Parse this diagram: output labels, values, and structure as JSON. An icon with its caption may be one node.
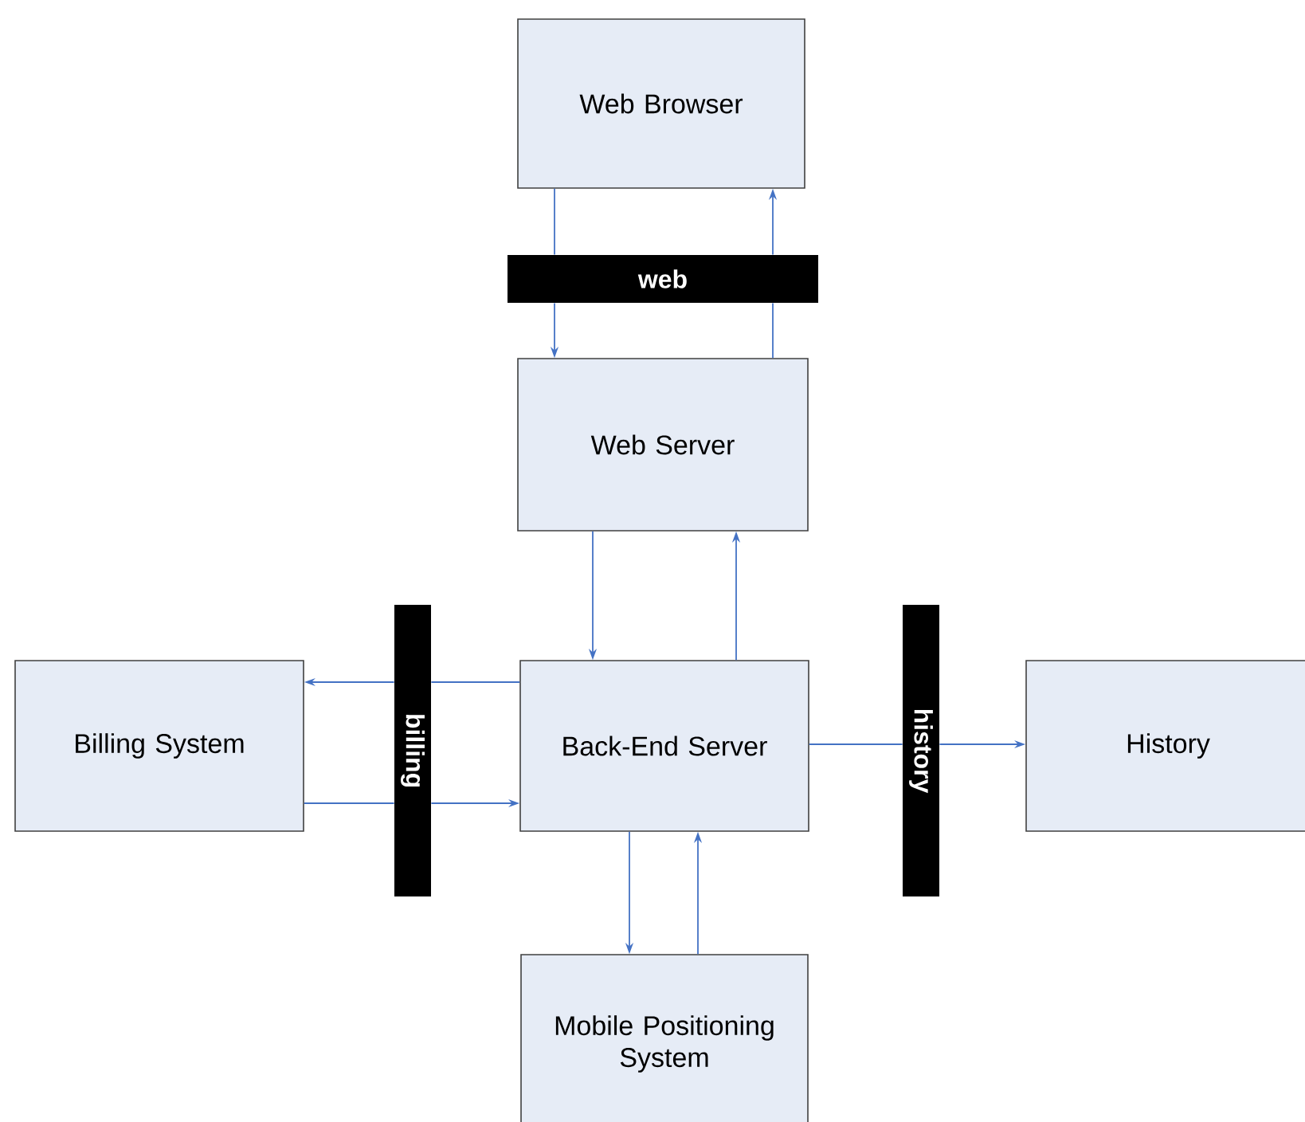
{
  "diagram": {
    "nodes": [
      {
        "text": [
          "Web Browser"
        ]
      },
      {
        "text": [
          "web"
        ]
      },
      {
        "text": [
          "Web Server"
        ]
      },
      {
        "text": [
          "Billing System"
        ]
      },
      {
        "text": [
          "billing"
        ]
      },
      {
        "text": [
          "Back-End Server"
        ]
      },
      {
        "text": [
          "history"
        ]
      },
      {
        "text": [
          "History"
        ]
      },
      {
        "text": [
          "Mobile Positioning System"
        ]
      }
    ],
    "edges": [
      {
        "from": 0,
        "to": 1,
        "arrow": "none"
      },
      {
        "from": 1,
        "to": 2,
        "arrow": "to"
      },
      {
        "from": 2,
        "to": 1,
        "arrow": "none"
      },
      {
        "from": 1,
        "to": 0,
        "arrow": "to"
      },
      {
        "from": 2,
        "to": 5,
        "arrow": "to"
      },
      {
        "from": 5,
        "to": 2,
        "arrow": "to"
      },
      {
        "from": 5,
        "to": 4,
        "arrow": "none"
      },
      {
        "from": 4,
        "to": 3,
        "arrow": "to"
      },
      {
        "from": 3,
        "to": 4,
        "arrow": "none"
      },
      {
        "from": 4,
        "to": 5,
        "arrow": "to"
      },
      {
        "from": 5,
        "to": 6,
        "arrow": "none"
      },
      {
        "from": 6,
        "to": 7,
        "arrow": "to"
      },
      {
        "from": 5,
        "to": 8,
        "arrow": "to"
      },
      {
        "from": 8,
        "to": 5,
        "arrow": "to"
      }
    ]
  }
}
